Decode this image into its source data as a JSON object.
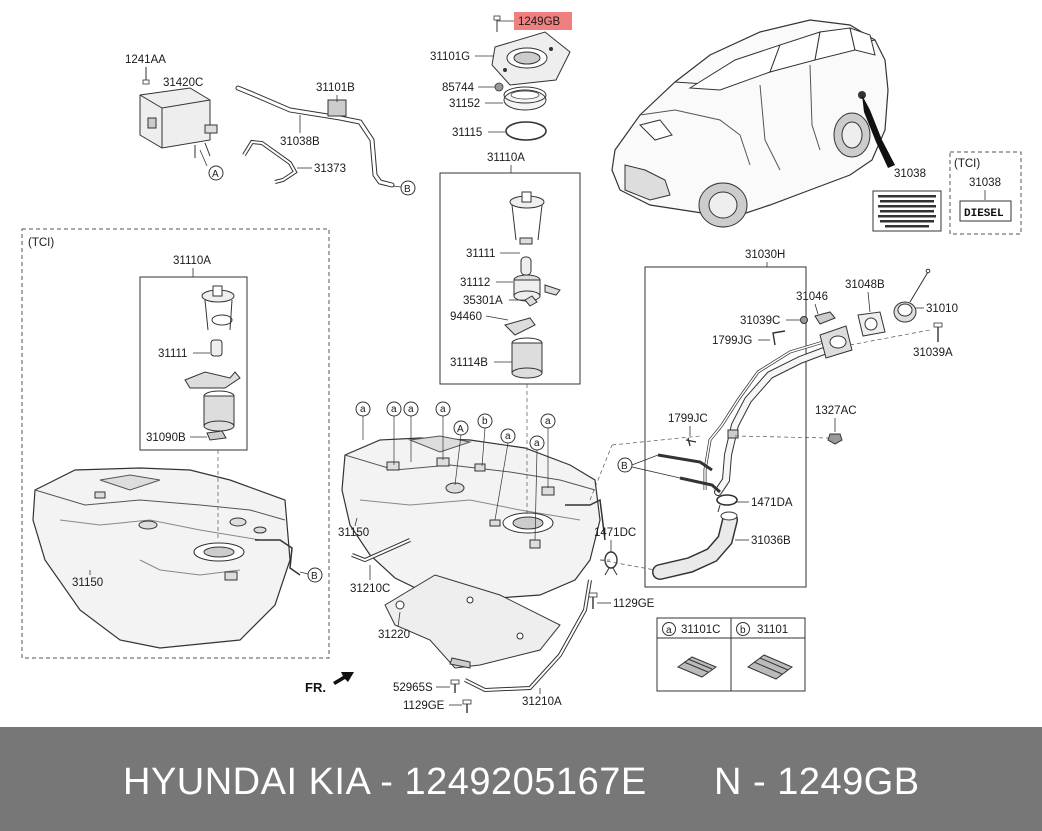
{
  "parts": {
    "p1249GB": "1249GB",
    "p31101G": "31101G",
    "p85744": "85744",
    "p31152": "31152",
    "p31115": "31115",
    "p31110A_top": "31110A",
    "p31111_top": "31111",
    "p31112": "31112",
    "p35301A": "35301A",
    "p94460": "94460",
    "p31114B": "31114B",
    "p1241AA": "1241AA",
    "p31420C": "31420C",
    "p31101B": "31101B",
    "p31038B": "31038B",
    "p31373": "31373",
    "p31110A_left": "31110A",
    "p31111_left": "31111",
    "p31090B": "31090B",
    "p31150_left": "31150",
    "p31150_mid": "31150",
    "p31210C": "31210C",
    "p31220": "31220",
    "p52965S": "52965S",
    "p1129GE_bottom": "1129GE",
    "p31210A": "31210A",
    "p1129GE_mid": "1129GE",
    "p1471DC": "1471DC",
    "p31038": "31038",
    "p31038_tci": "31038",
    "p31030H": "31030H",
    "p31046": "31046",
    "p31048B": "31048B",
    "p31010": "31010",
    "p31039C": "31039C",
    "p1799JG": "1799JG",
    "p31039A": "31039A",
    "p1327AC": "1327AC",
    "p1799JC": "1799JC",
    "p1471DA": "1471DA",
    "p31036B": "31036B"
  },
  "callouts": {
    "a": "a",
    "b": "b",
    "A": "A",
    "B": "B"
  },
  "boxes": {
    "tci_left": "(TCI)",
    "tci_right": "(TCI)",
    "diesel": "DIESEL",
    "legend_a_part": "31101C",
    "legend_b_part": "31101"
  },
  "misc": {
    "fr": "FR."
  },
  "footer": {
    "left": "HYUNDAI  KIA - 1249205167E",
    "right": "N - 1249GB"
  },
  "colors": {
    "highlight": "#f08080",
    "footer_bg": "#777777",
    "line": "#333333"
  }
}
